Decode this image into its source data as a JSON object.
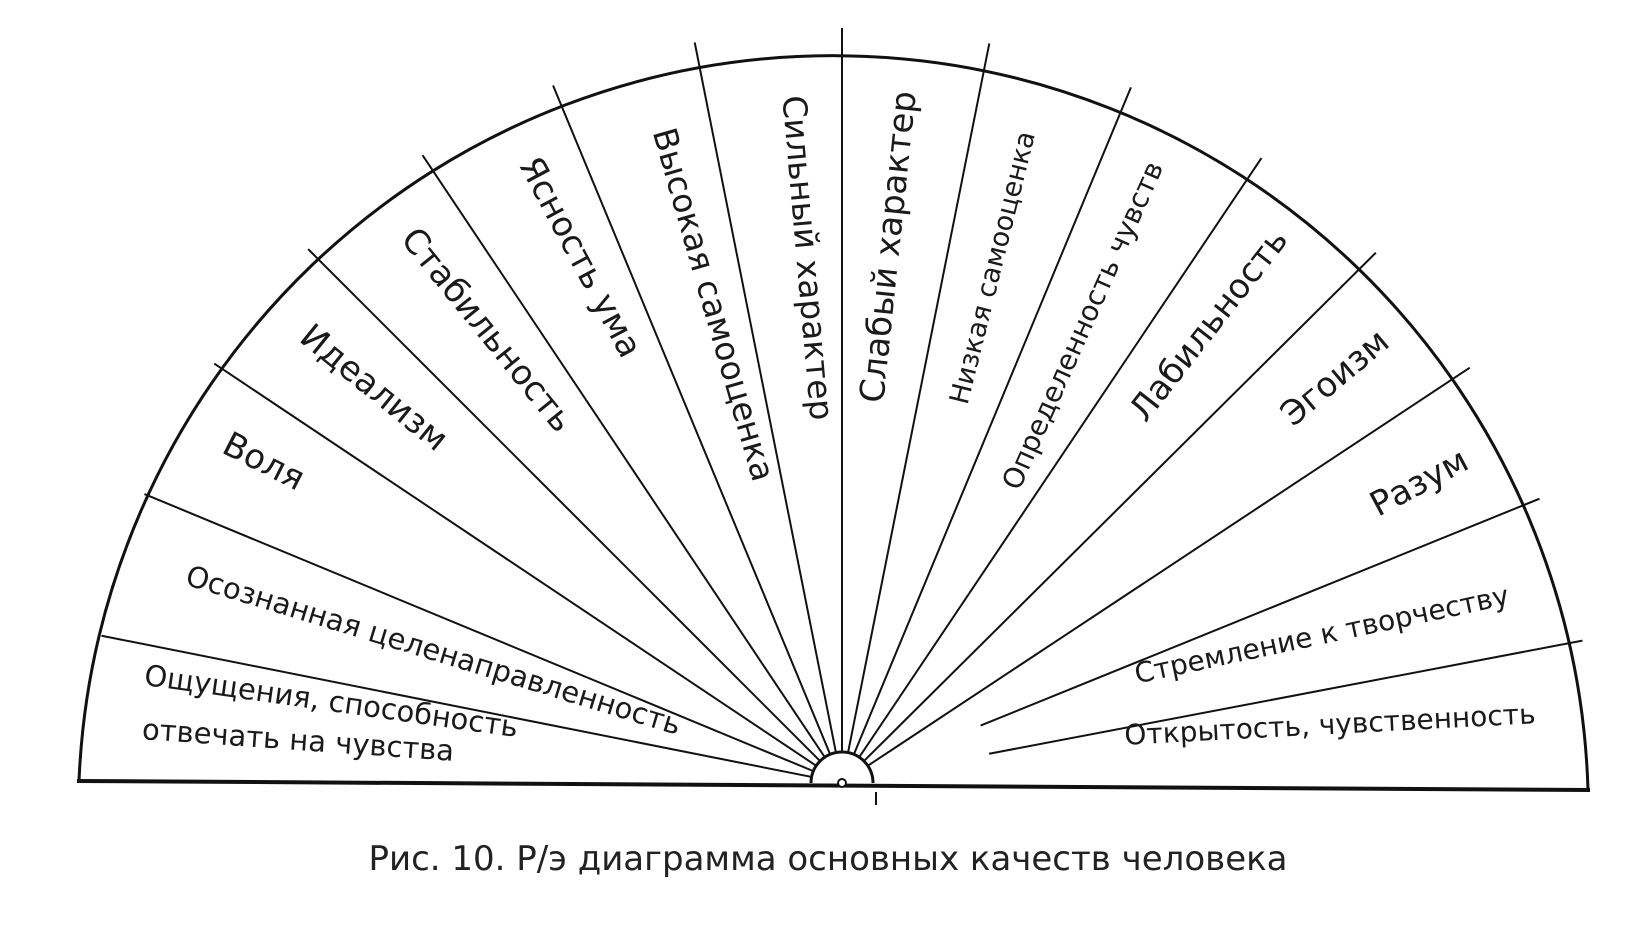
{
  "diagram": {
    "segment_count": 16,
    "labels": {
      "sensations_line1": "Ощущения, способность",
      "sensations_line2": "отвечать на чувства",
      "purposefulness": "Осознанная целенаправленность",
      "will": "Воля",
      "idealism": "Идеализм",
      "stability": "Стабильность",
      "clarity_of_mind": "Ясность ума",
      "high_self_esteem": "Высокая самооценка",
      "strong_character": "Сильный характер",
      "weak_character": "Слабый характер",
      "low_self_esteem": "Низкая самооценка",
      "certainty_of_feelings": "Определенность чувств",
      "lability": "Лабильность",
      "egoism": "Эгоизм",
      "reason": "Разум",
      "creativity": "Стремление к творчеству",
      "openness": "Открытость, чувственность"
    },
    "caption": "Рис. 10. Р/э диаграмма основных качеств человека"
  }
}
